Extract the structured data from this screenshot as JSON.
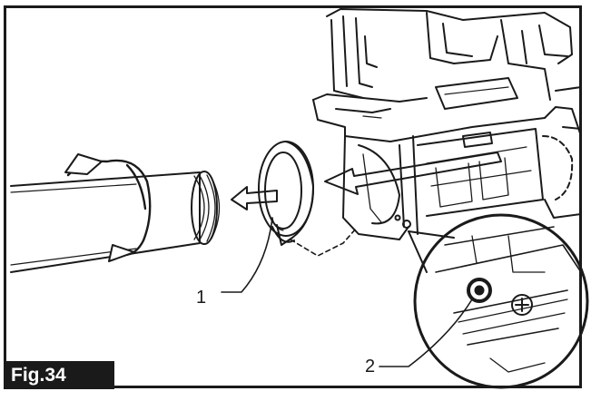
{
  "figure": {
    "label": "Fig.34",
    "callouts": [
      "1",
      "2"
    ]
  },
  "colors": {
    "ink": "#1a1a1a",
    "arrow_fill": "#ffffff",
    "background": "#ffffff"
  }
}
